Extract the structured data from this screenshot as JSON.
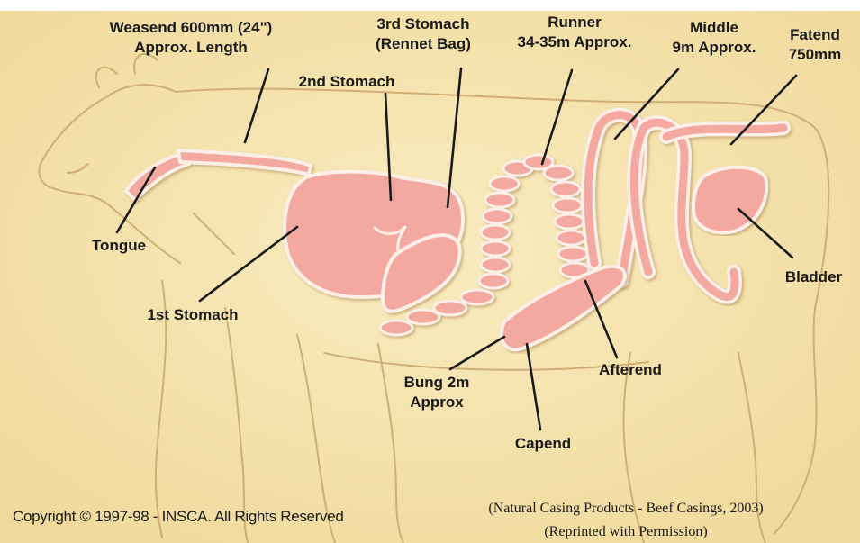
{
  "labels": {
    "weasend": [
      "Weasend 600mm (24\")",
      "Approx. Length"
    ],
    "third_stomach": [
      "3rd Stomach",
      "(Rennet Bag)"
    ],
    "runner": [
      "Runner",
      "34-35m Approx."
    ],
    "middle": [
      "Middle",
      "9m Approx."
    ],
    "fatend": [
      "Fatend",
      "750mm"
    ],
    "second_stomach": "2nd Stomach",
    "tongue": "Tongue",
    "first_stomach": "1st Stomach",
    "bladder": "Bladder",
    "afterend": "Afterend",
    "bung": [
      "Bung 2m",
      "Approx"
    ],
    "capend": "Capend"
  },
  "copyright": "Copyright © 1997-98 - INSCA. All Rights Reserved",
  "citation": {
    "line1": "(Natural Casing Products - Beef Casings, 2003)",
    "line2": "(Reprinted with Permission)"
  },
  "colors": {
    "background": "#f7e7b4",
    "organ_fill": "#f4a9a0",
    "organ_outline": "#fbefe8",
    "sketch": "#c9a66b"
  }
}
